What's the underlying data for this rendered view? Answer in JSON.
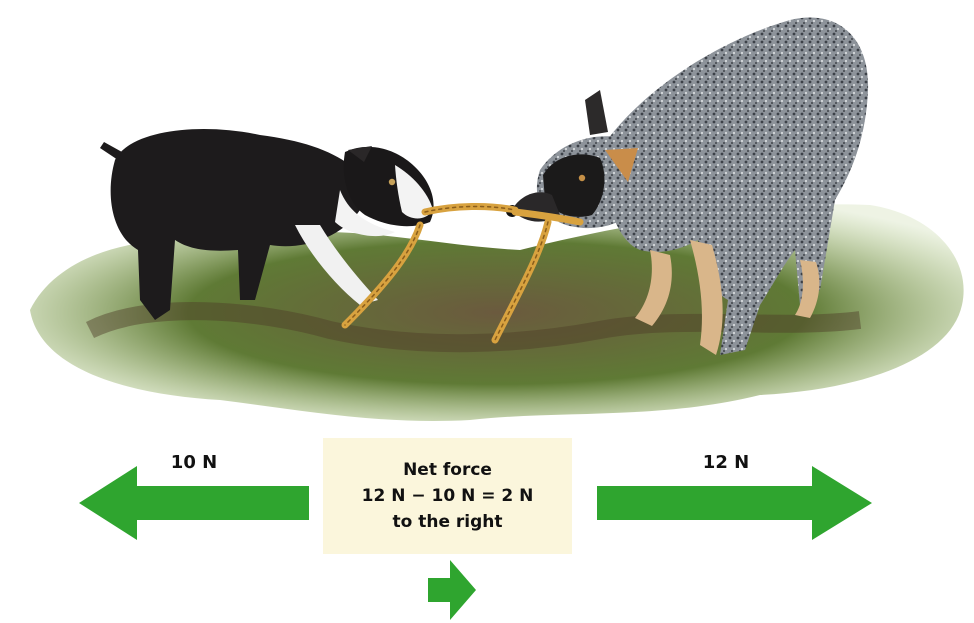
{
  "forces": {
    "left": {
      "label": "10 N",
      "value": 10,
      "direction": "left"
    },
    "right": {
      "label": "12 N",
      "value": 12,
      "direction": "right"
    },
    "net": {
      "line1": "Net force",
      "line2": "12 N − 10 N = 2 N",
      "line3": "to the right",
      "value": 2,
      "direction": "right"
    }
  },
  "colors": {
    "arrow": "#2fa52f",
    "net_box": "#fbf6dc",
    "grass": "#6f9a3c",
    "soil": "#6b5239",
    "black_dog": "#1d1b1c",
    "blue_dog": "#8a8f96",
    "rope": "#d8a23f"
  },
  "illustration": {
    "subject": "two-dogs-tug-of-war",
    "left_dog": "black-and-white-dog",
    "right_dog": "blue-heeler-dog"
  }
}
